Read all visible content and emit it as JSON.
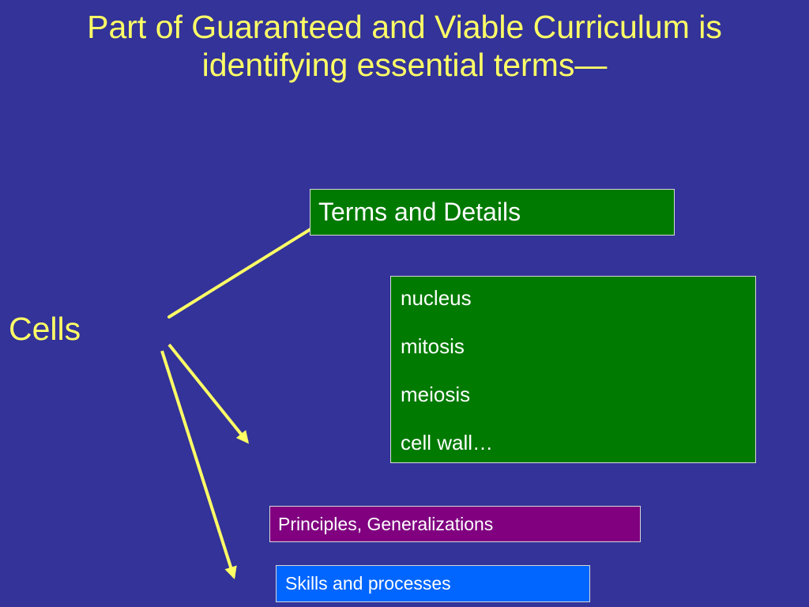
{
  "title": {
    "line1": "Part of Guaranteed and Viable Curriculum is",
    "line2": "identifying essential terms—"
  },
  "root_label": "Cells",
  "boxes": {
    "terms": "Terms and Details",
    "terms_list": [
      "nucleus",
      "mitosis",
      "meiosis",
      "cell wall…"
    ],
    "principles": "Principles, Generalizations",
    "skills": "Skills and processes"
  },
  "colors": {
    "background": "#333399",
    "title_text": "#ffff66",
    "terms_box": "#007a00",
    "principles_box": "#800080",
    "skills_box": "#0066ff",
    "connector": "#ffff66"
  }
}
